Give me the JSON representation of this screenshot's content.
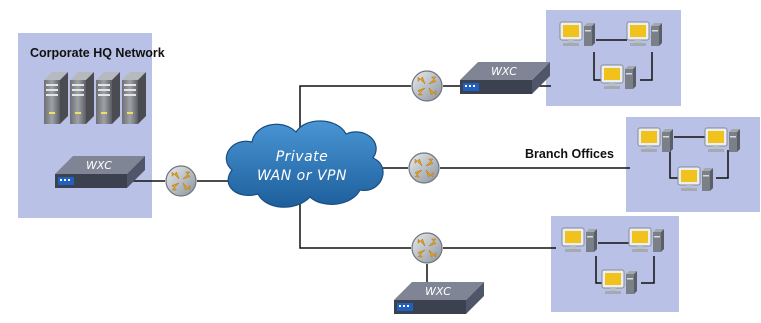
{
  "hq": {
    "title": "Corporate HQ Network"
  },
  "branch": {
    "title": "Branch Offices"
  },
  "cloud": {
    "line1": "Private",
    "line2": "WAN or VPN"
  },
  "device": {
    "label": "WXC"
  },
  "colors": {
    "panel": "#b9c2e6",
    "cloud": "#2d78b8",
    "device": "#5a6070",
    "router": "#9aa0a8",
    "router_arrows": "#e0a020",
    "link": "#111111"
  },
  "icons": [
    "server-icon",
    "router-icon",
    "wxc-appliance-icon",
    "workstation-icon",
    "cloud-icon"
  ]
}
